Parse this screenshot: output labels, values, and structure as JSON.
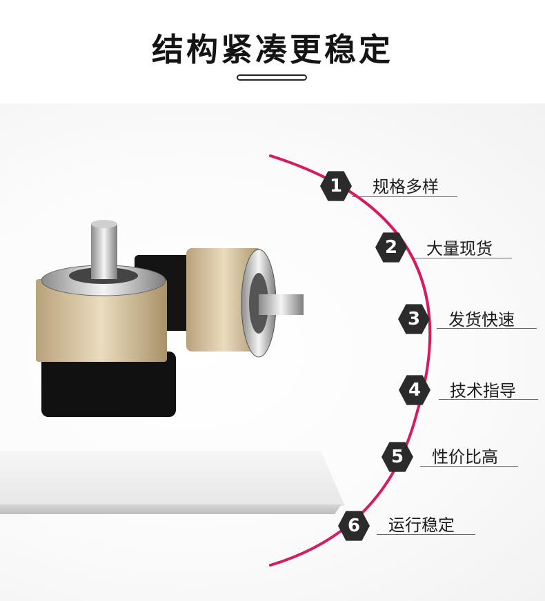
{
  "header": {
    "title": "结构紧凑更稳定"
  },
  "features": [
    {
      "num": "1",
      "label": "规格多样"
    },
    {
      "num": "2",
      "label": "大量现货"
    },
    {
      "num": "3",
      "label": "发货快速"
    },
    {
      "num": "4",
      "label": "技术指导"
    },
    {
      "num": "5",
      "label": "性价比高"
    },
    {
      "num": "6",
      "label": "运行稳定"
    }
  ],
  "colors": {
    "arc": "#d81b60",
    "badge": "#2b2b2b",
    "gold": "#d8c29a",
    "base": "#111111"
  },
  "product": {
    "name": "planetary-gearbox-image"
  }
}
